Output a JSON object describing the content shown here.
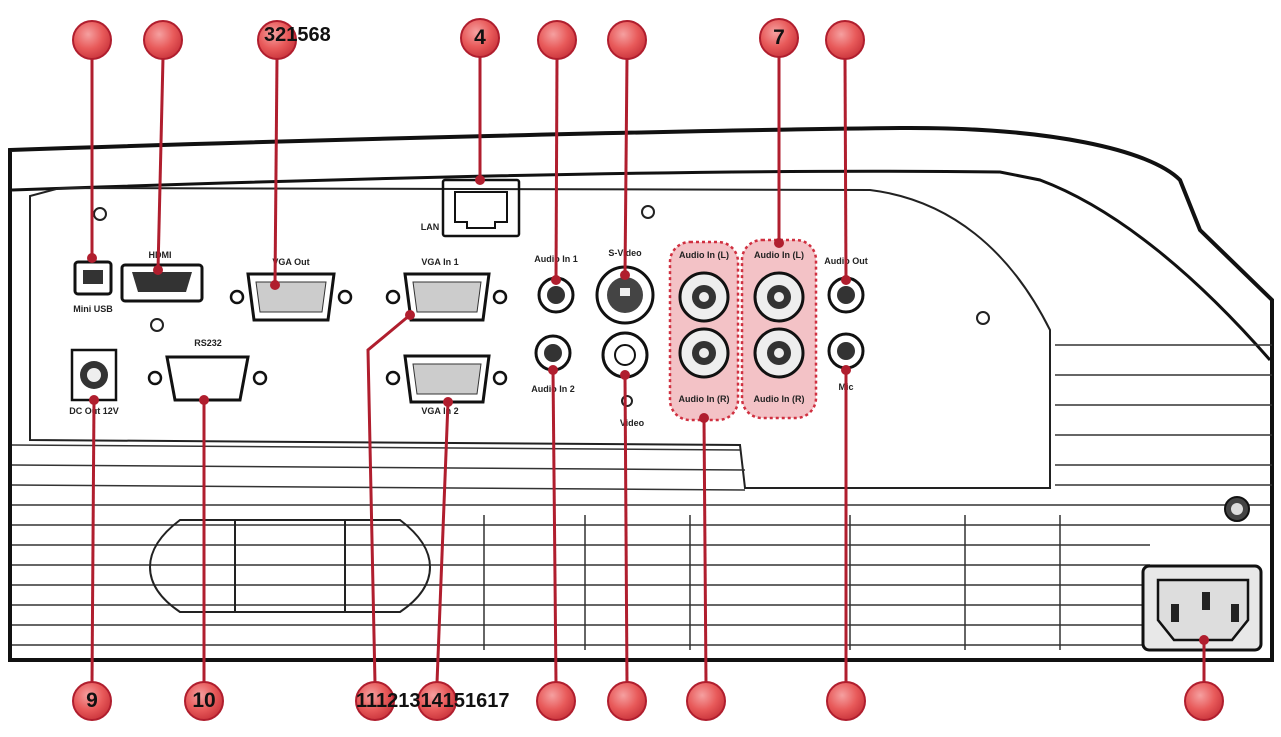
{
  "callouts_top": [
    {
      "id": "usb",
      "num": ""
    },
    {
      "id": "hdmi",
      "num": ""
    },
    {
      "id": "vgaout",
      "num": ""
    },
    {
      "id": "lan",
      "num": "4"
    },
    {
      "id": "audioin1",
      "num": ""
    },
    {
      "id": "svideo",
      "num": ""
    },
    {
      "id": "audioinl",
      "num": "7"
    },
    {
      "id": "audioout",
      "num": ""
    }
  ],
  "callouts_bottom": [
    {
      "id": "dcout",
      "num": "9"
    },
    {
      "id": "rs232",
      "num": "10"
    },
    {
      "id": "vgain1",
      "num": ""
    },
    {
      "id": "vgain2",
      "num": ""
    },
    {
      "id": "audioin2",
      "num": ""
    },
    {
      "id": "video",
      "num": ""
    },
    {
      "id": "audioinr",
      "num": ""
    },
    {
      "id": "mic",
      "num": ""
    },
    {
      "id": "power",
      "num": ""
    }
  ],
  "header_text": "321568",
  "footer_text": "11121314151617",
  "port_labels": {
    "mini_usb": "Mini USB",
    "hdmi": "HDMI",
    "vga_out": "VGA Out",
    "lan": "LAN",
    "vga_in_1": "VGA In 1",
    "audio_in_1": "Audio In 1",
    "s_video": "S-Video",
    "audio_in_l_1": "Audio In (L)",
    "audio_in_l_2": "Audio In (L)",
    "audio_out": "Audio Out",
    "dc_out": "DC Out 12V",
    "rs232": "RS232",
    "vga_in_2": "VGA In 2",
    "audio_in_2": "Audio In 2",
    "video": "Video",
    "audio_in_r_1": "Audio In (R)",
    "audio_in_r_2": "Audio In (R)",
    "mic": "Mic"
  },
  "colors": {
    "callout_fill": "#e04848",
    "callout_stroke": "#b01e2e",
    "line": "#b01e2e",
    "highlight": "#f3c2c6"
  }
}
